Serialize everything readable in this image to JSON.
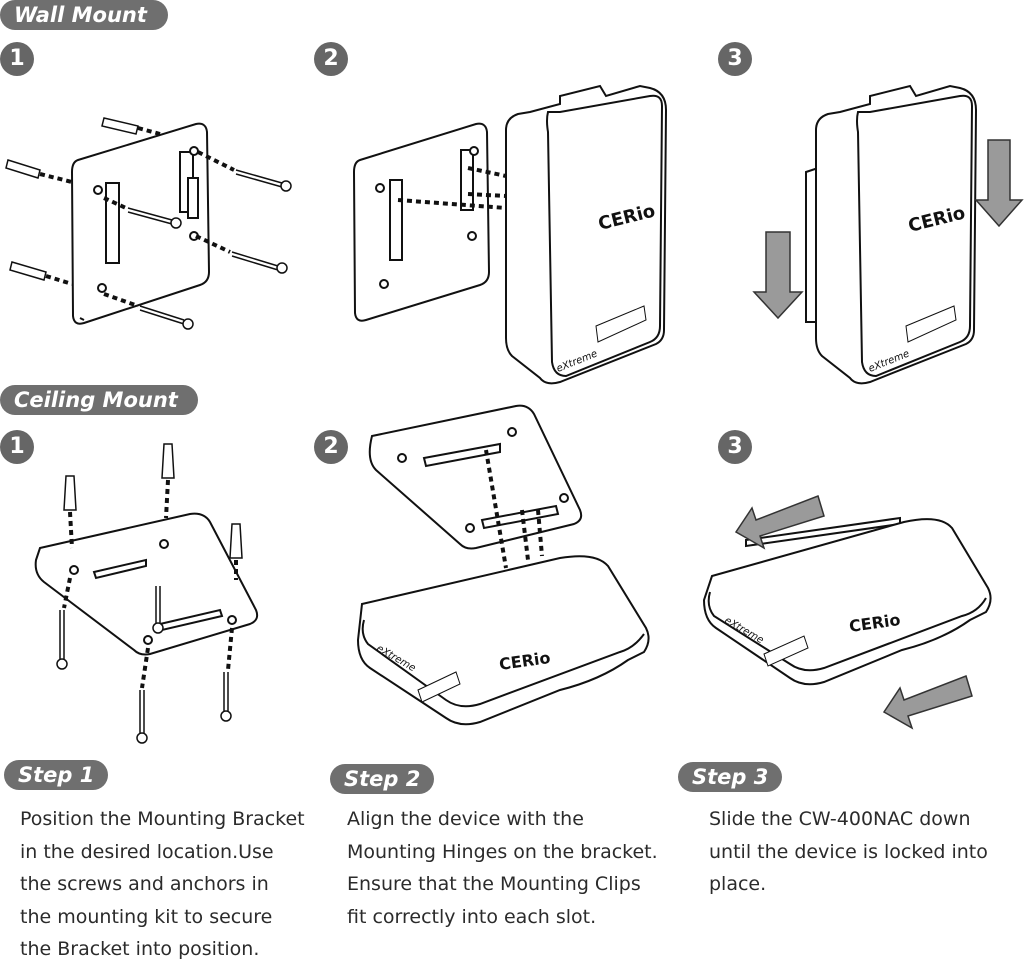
{
  "sections": {
    "wall": {
      "title": "Wall Mount",
      "steps": [
        "1",
        "2",
        "3"
      ]
    },
    "ceiling": {
      "title": "Ceiling Mount",
      "steps": [
        "1",
        "2",
        "3"
      ]
    }
  },
  "device": {
    "logo": "CERio",
    "brand_line": "eXtreme"
  },
  "instructions": [
    {
      "label": "Step 1",
      "text": "Position the Mounting Bracket\nin the desired location.Use\nthe screws and anchors in\nthe mounting kit to secure\nthe Bracket into position."
    },
    {
      "label": "Step 2",
      "text": "Align the device with the\nMounting Hinges on the bracket.\nEnsure that the Mounting Clips\nfit correctly into each slot."
    },
    {
      "label": "Step 3",
      "text": "Slide the CW-400NAC down\nuntil the device is locked into\nplace."
    }
  ],
  "colors": {
    "pill": "#6f6f6f",
    "arrow": "#9a9a9a",
    "line": "#111111"
  }
}
